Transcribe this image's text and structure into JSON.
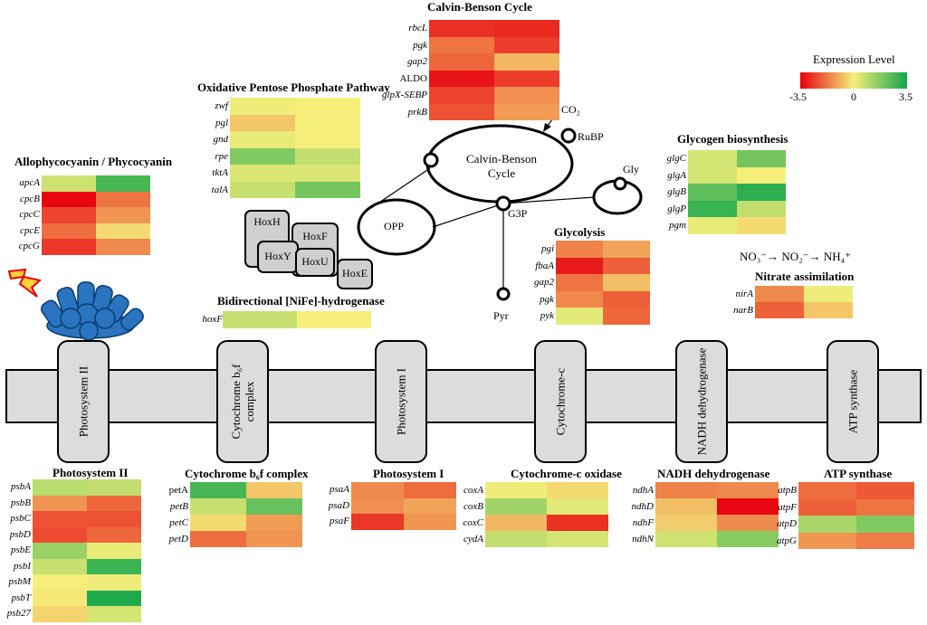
{
  "legend": {
    "title": "Expression Level",
    "min_label": "-3.5",
    "mid_label": "0",
    "max_label": "3.5"
  },
  "colors": {
    "low": "#e8000e",
    "mid": "#f5ef7a",
    "high": "#13a64a"
  },
  "pathways": [
    {
      "id": "calvin",
      "title": "Calvin-Benson Cycle",
      "genes": [
        {
          "name": "rbcL",
          "italic": true,
          "values": [
            -2.8,
            -2.9
          ]
        },
        {
          "name": "pgk",
          "italic": true,
          "values": [
            -1.8,
            -2.6
          ]
        },
        {
          "name": "gap2",
          "italic": true,
          "values": [
            -2.0,
            -0.8
          ]
        },
        {
          "name": "ALDO",
          "italic": false,
          "values": [
            -3.2,
            -2.6
          ]
        },
        {
          "name": "glpX-SEBP",
          "italic": true,
          "values": [
            -2.5,
            -1.4
          ]
        },
        {
          "name": "prkB",
          "italic": true,
          "values": [
            -2.3,
            -1.2
          ]
        }
      ]
    },
    {
      "id": "opp",
      "title": "Oxidative Pentose Phosphate Pathway",
      "genes": [
        {
          "name": "zwf",
          "italic": true,
          "values": [
            0.1,
            0.0
          ]
        },
        {
          "name": "pgl",
          "italic": true,
          "values": [
            -0.6,
            0.0
          ]
        },
        {
          "name": "gnd",
          "italic": true,
          "values": [
            0.2,
            0.0
          ]
        },
        {
          "name": "rpe",
          "italic": true,
          "values": [
            1.8,
            0.8
          ]
        },
        {
          "name": "tktA",
          "italic": true,
          "values": [
            0.4,
            0.4
          ]
        },
        {
          "name": "talA",
          "italic": true,
          "values": [
            0.7,
            2.0
          ]
        }
      ]
    },
    {
      "id": "apc",
      "title": "Allophycocyanin / Phycocyanin",
      "genes": [
        {
          "name": "apcA",
          "italic": true,
          "values": [
            0.6,
            2.7
          ]
        },
        {
          "name": "cpcB",
          "italic": true,
          "values": [
            -3.4,
            -1.8
          ]
        },
        {
          "name": "cpcC",
          "italic": true,
          "values": [
            -2.5,
            -1.3
          ]
        },
        {
          "name": "cpcE",
          "italic": true,
          "values": [
            -1.9,
            -0.3
          ]
        },
        {
          "name": "cpcG",
          "italic": true,
          "values": [
            -2.7,
            -1.5
          ]
        }
      ]
    },
    {
      "id": "glycogen",
      "title": "Glycogen biosynthesis",
      "genes": [
        {
          "name": "glgC",
          "italic": true,
          "values": [
            0.5,
            2.0
          ]
        },
        {
          "name": "glgA",
          "italic": true,
          "values": [
            0.5,
            0.0
          ]
        },
        {
          "name": "glgB",
          "italic": true,
          "values": [
            2.3,
            3.1
          ]
        },
        {
          "name": "glgP",
          "italic": true,
          "values": [
            2.9,
            0.8
          ]
        },
        {
          "name": "pgm",
          "italic": true,
          "values": [
            0.2,
            -0.3
          ]
        }
      ]
    },
    {
      "id": "glycolysis",
      "title": "Glycolysis",
      "genes": [
        {
          "name": "pgi",
          "italic": true,
          "values": [
            -1.6,
            -1.1
          ]
        },
        {
          "name": "fbaA",
          "italic": true,
          "values": [
            -3.1,
            -2.1
          ]
        },
        {
          "name": "gap2",
          "italic": true,
          "values": [
            -1.8,
            -0.7
          ]
        },
        {
          "name": "pgk",
          "italic": true,
          "values": [
            -1.5,
            -2.1
          ]
        },
        {
          "name": "pyk",
          "italic": true,
          "values": [
            0.3,
            -2.0
          ]
        }
      ]
    },
    {
      "id": "nitrate",
      "title": "Nitrate assimilation",
      "genes": [
        {
          "name": "nirA",
          "italic": true,
          "values": [
            -1.5,
            0.1
          ]
        },
        {
          "name": "narB",
          "italic": true,
          "values": [
            -2.1,
            -0.6
          ]
        }
      ]
    },
    {
      "id": "hox",
      "title": "Bidirectional [NiFe]-hydrogenase",
      "genes": [
        {
          "name": "hoxF",
          "italic": true,
          "values": [
            0.7,
            0.0
          ]
        }
      ]
    },
    {
      "id": "psii",
      "title": "Photosystem II",
      "genes": [
        {
          "name": "psbA",
          "italic": true,
          "values": [
            0.9,
            0.8
          ]
        },
        {
          "name": "psbB",
          "italic": true,
          "values": [
            -1.3,
            -2.0
          ]
        },
        {
          "name": "psbC",
          "italic": true,
          "values": [
            -2.3,
            -2.3
          ]
        },
        {
          "name": "psbD",
          "italic": true,
          "values": [
            -2.4,
            -2.0
          ]
        },
        {
          "name": "psbE",
          "italic": true,
          "values": [
            1.4,
            0.2
          ]
        },
        {
          "name": "psbI",
          "italic": true,
          "values": [
            0.7,
            2.9
          ]
        },
        {
          "name": "psbM",
          "italic": true,
          "values": [
            0.0,
            0.1
          ]
        },
        {
          "name": "psbT",
          "italic": true,
          "values": [
            -0.1,
            3.3
          ]
        },
        {
          "name": "psb27",
          "italic": true,
          "values": [
            -0.4,
            0.5
          ]
        }
      ]
    },
    {
      "id": "cytb6f",
      "title": "Cytochrome b₆f complex",
      "genes": [
        {
          "name": "petA",
          "italic": false,
          "values": [
            2.7,
            -0.6
          ]
        },
        {
          "name": "petB",
          "italic": true,
          "values": [
            0.7,
            2.2
          ]
        },
        {
          "name": "petC",
          "italic": true,
          "values": [
            -0.3,
            -1.2
          ]
        },
        {
          "name": "petD",
          "italic": true,
          "values": [
            -1.9,
            -1.3
          ]
        }
      ]
    },
    {
      "id": "psi",
      "title": "Photosystem I",
      "genes": [
        {
          "name": "psaA",
          "italic": true,
          "values": [
            -1.5,
            -1.9
          ]
        },
        {
          "name": "psaD",
          "italic": true,
          "values": [
            -1.4,
            -1.1
          ]
        },
        {
          "name": "psaF",
          "italic": true,
          "values": [
            -2.7,
            -1.3
          ]
        }
      ]
    },
    {
      "id": "cytc",
      "title": "Cytochrome-c oxidase",
      "genes": [
        {
          "name": "coxA",
          "italic": true,
          "values": [
            0.1,
            -0.3
          ]
        },
        {
          "name": "coxB",
          "italic": true,
          "values": [
            1.3,
            0.3
          ]
        },
        {
          "name": "coxC",
          "italic": true,
          "values": [
            -0.8,
            -2.8
          ]
        },
        {
          "name": "cydA",
          "italic": true,
          "values": [
            0.8,
            0.5
          ]
        }
      ]
    },
    {
      "id": "ndh",
      "title": "NADH dehydrogenase",
      "genes": [
        {
          "name": "ndhA",
          "italic": true,
          "values": [
            -1.6,
            -1.5
          ]
        },
        {
          "name": "ndhD",
          "italic": true,
          "values": [
            -0.7,
            -3.4
          ]
        },
        {
          "name": "ndhF",
          "italic": true,
          "values": [
            -0.5,
            -1.5
          ]
        },
        {
          "name": "ndhN",
          "italic": true,
          "values": [
            0.6,
            1.7
          ]
        }
      ]
    },
    {
      "id": "atp",
      "title": "ATP synthase",
      "genes": [
        {
          "name": "atpB",
          "italic": true,
          "values": [
            -1.9,
            -2.2
          ]
        },
        {
          "name": "atpF",
          "italic": true,
          "values": [
            -2.1,
            -1.8
          ]
        },
        {
          "name": "atpD",
          "italic": true,
          "values": [
            1.2,
            1.8
          ]
        },
        {
          "name": "atpG",
          "italic": true,
          "values": [
            -1.3,
            -1.7
          ]
        }
      ]
    }
  ],
  "diagram": {
    "calvin_label_1": "Calvin-Benson",
    "calvin_label_2": "Cycle",
    "co2": "CO₂",
    "rubp": "RuBP",
    "gly": "Gly",
    "g3p": "G3P",
    "opp": "OPP",
    "pyr": "Pyr",
    "nitrate_eq": "NO₃⁻→ NO₂⁻→ NH₄⁺",
    "hox": [
      "HoxH",
      "HoxF",
      "HoxY",
      "HoxU",
      "HoxE"
    ]
  },
  "membrane": {
    "complexes": [
      {
        "name": "Photosystem II"
      },
      {
        "name": "Cytochrome b₆f complex"
      },
      {
        "name": "Photosystem I"
      },
      {
        "name": "Cytochrome-c"
      },
      {
        "name": "NADH dehydrogenase"
      },
      {
        "name": "ATP synthase"
      }
    ]
  }
}
